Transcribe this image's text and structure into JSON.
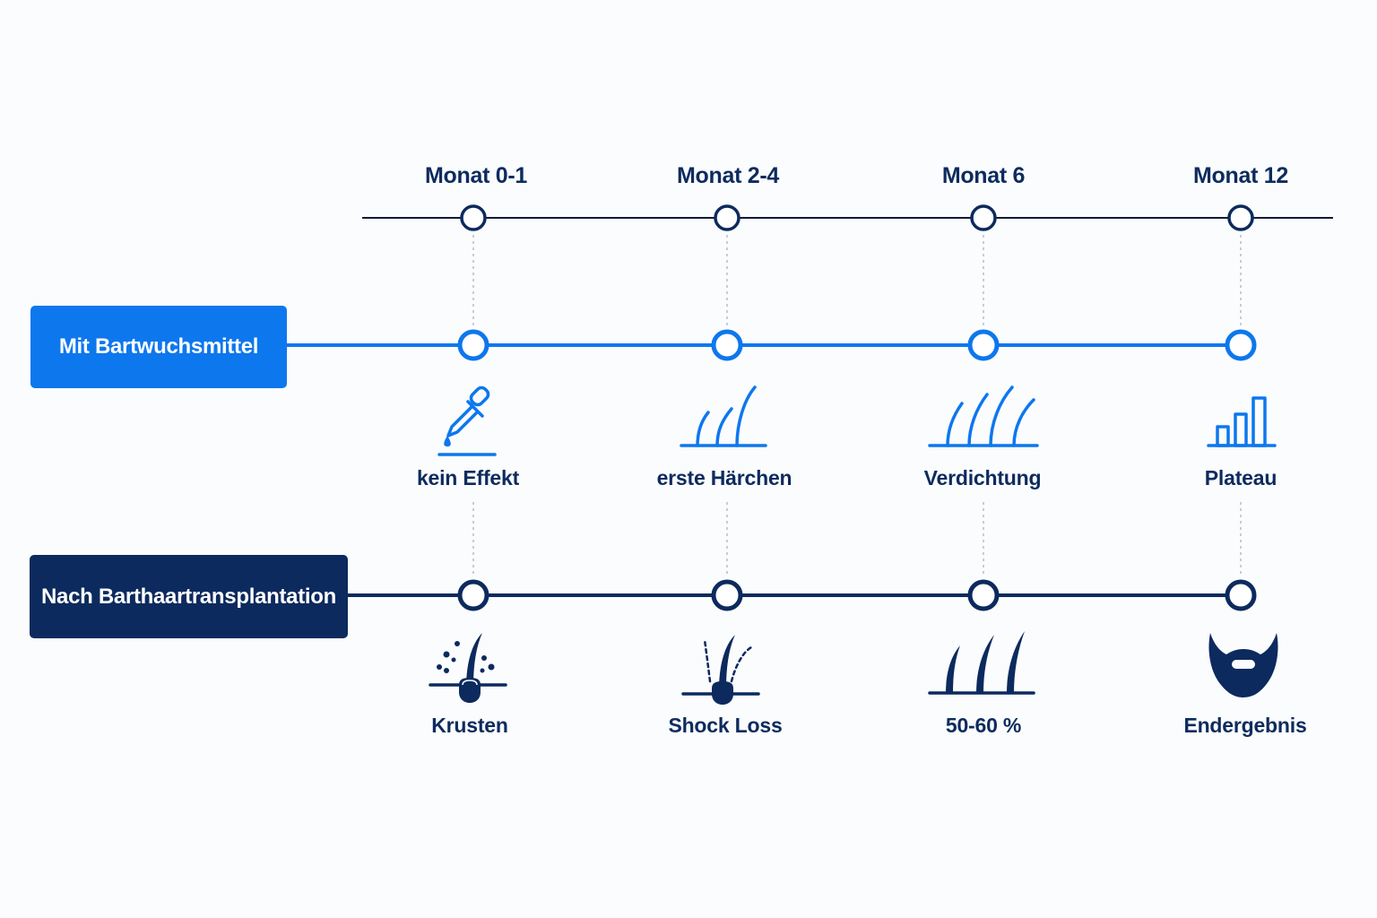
{
  "timeline": {
    "months": [
      "Monat 0-1",
      "Monat 2-4",
      "Monat 6",
      "Monat 12"
    ]
  },
  "rows": [
    {
      "label": "Mit Bartwuchsmittel",
      "color": "#0d77ee",
      "stages": [
        {
          "icon": "dropper-icon",
          "text": "kein Effekt"
        },
        {
          "icon": "first-hairs-icon",
          "text": "erste Härchen"
        },
        {
          "icon": "dense-hairs-icon",
          "text": "Verdichtung"
        },
        {
          "icon": "bar-chart-icon",
          "text": "Plateau"
        }
      ]
    },
    {
      "label": "Nach Barthaartransplantation",
      "color": "#0c2a5e",
      "stages": [
        {
          "icon": "follicle-crusts-icon",
          "text": "Krusten"
        },
        {
          "icon": "follicle-shockloss-icon",
          "text": "Shock Loss"
        },
        {
          "icon": "hairs-growth-icon",
          "text": "50-60 %"
        },
        {
          "icon": "beard-icon",
          "text": "Endergebnis"
        }
      ]
    }
  ],
  "colors": {
    "timeline_axis": "#0d1b33",
    "accent_blue": "#0d77ee",
    "navy": "#0c2a5e",
    "connector": "#b8bdc6"
  }
}
